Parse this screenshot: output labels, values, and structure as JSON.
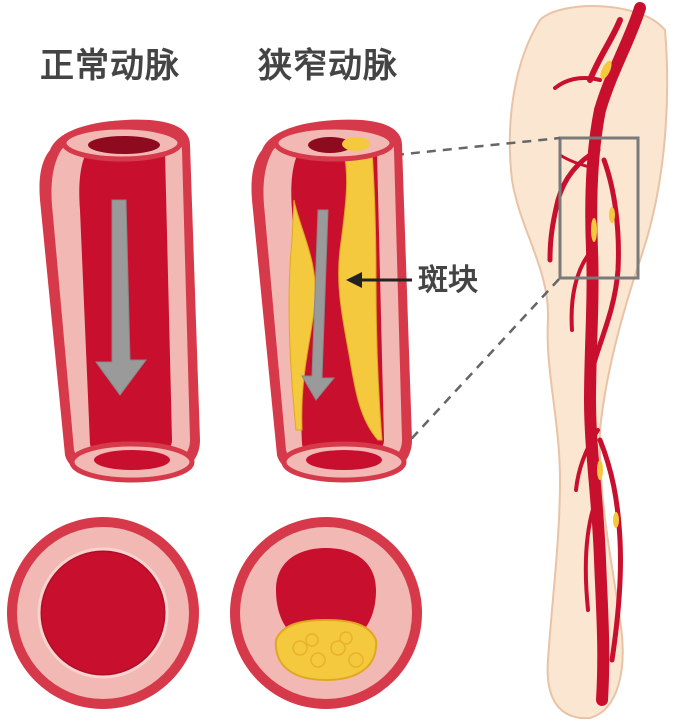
{
  "titles": {
    "normal_artery": "正常动脉",
    "narrowed_artery": "狭窄动脉"
  },
  "annotations": {
    "plaque": "斑块"
  },
  "colors": {
    "artery_red": "#c8102e",
    "wall_pink": "#f2b8b4",
    "wall_outer": "#d63a4a",
    "plaque_yellow": "#f5c93d",
    "flow_arrow": "#9a9a9a",
    "skin": "#fbe6d2",
    "zoom_box": "#7a7a7a"
  }
}
